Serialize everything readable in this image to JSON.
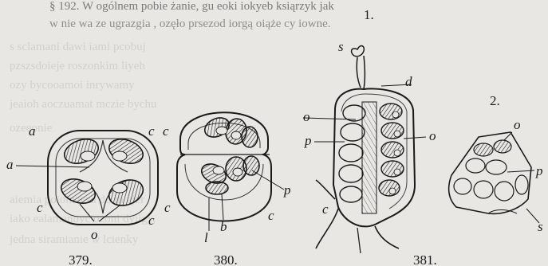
{
  "header": {
    "line1": "§ 192. W ogólnem  pobie żanie, gu  eoki  iokyeb ksiąrzyk jak",
    "line2": "w nie wa ze ugrazgia , ozęło prsezod iorgą  oiąże cy iowne."
  },
  "figures": [
    {
      "id": "379",
      "number": "379.",
      "labels": [
        "a",
        "a",
        "c",
        "c",
        "c",
        "c",
        "o"
      ]
    },
    {
      "id": "380",
      "number": "380.",
      "labels": [
        "c",
        "p",
        "c",
        "l",
        "b"
      ]
    },
    {
      "id": "381",
      "number": "381.",
      "view_number": "1.",
      "labels": [
        "s",
        "d",
        "o",
        "o",
        "p",
        "c"
      ]
    },
    {
      "id": "381-2",
      "view_number": "2.",
      "labels": [
        "o",
        "p",
        "s"
      ]
    }
  ]
}
